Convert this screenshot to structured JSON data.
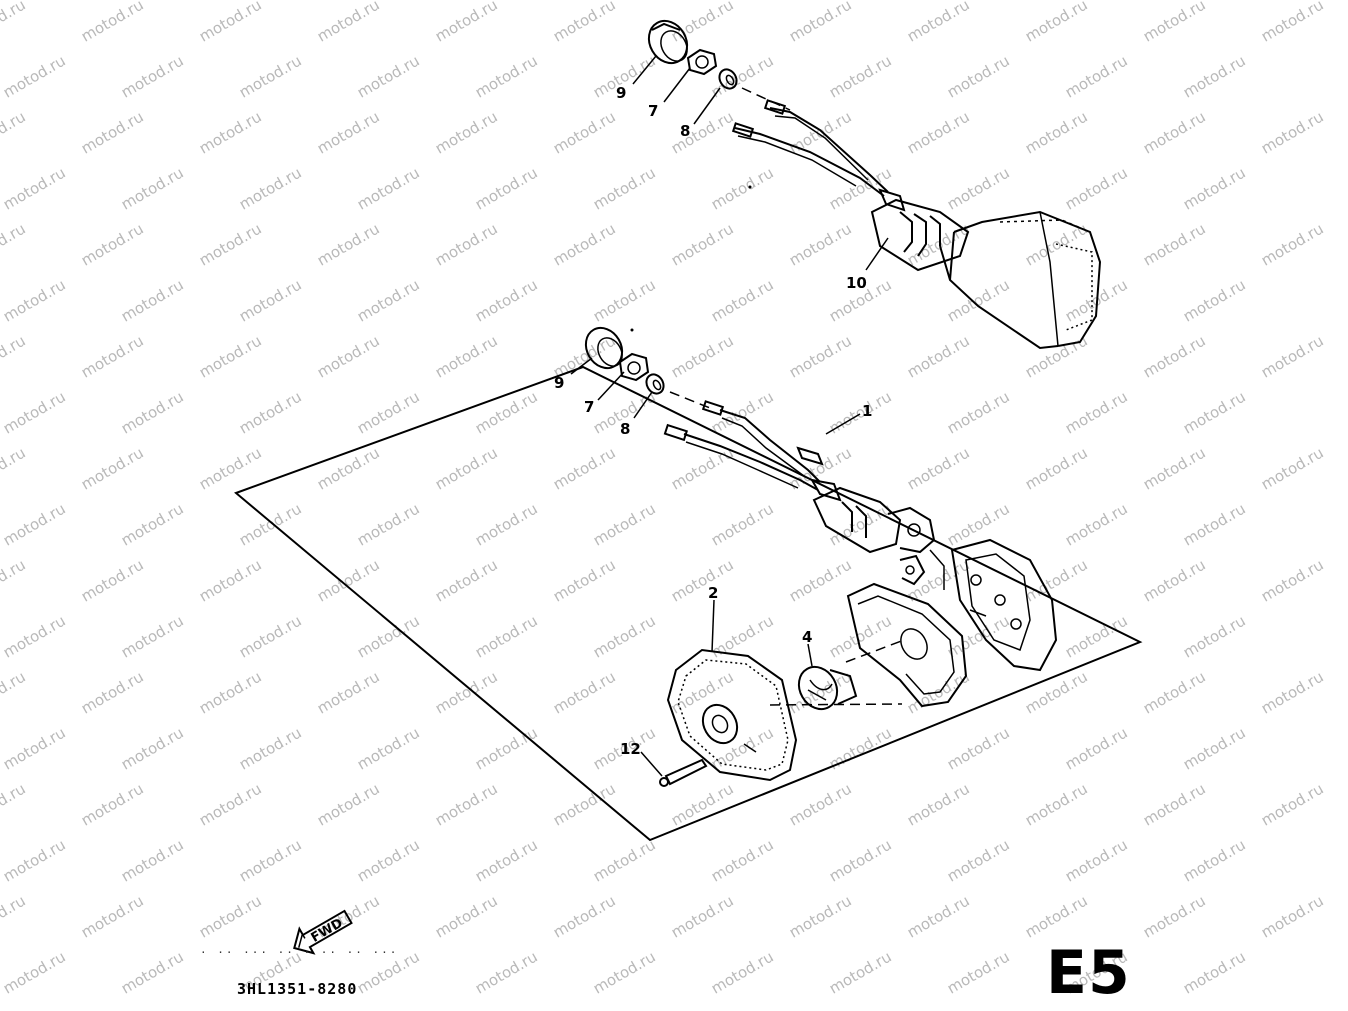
{
  "watermark": "motod.ru",
  "callouts": {
    "c9a": "9",
    "c7a": "7",
    "c8a": "8",
    "c10": "10",
    "c9b": "9",
    "c7b": "7",
    "c8b": "8",
    "c1": "1",
    "c2": "2",
    "c4": "4",
    "c12": "12"
  },
  "fwd_label": "FWD",
  "part_code": "3HL1351-8280",
  "page_code": "E5",
  "colors": {
    "ink": "#000000",
    "watermark": "#b9b9b9",
    "background": "#ffffff"
  }
}
